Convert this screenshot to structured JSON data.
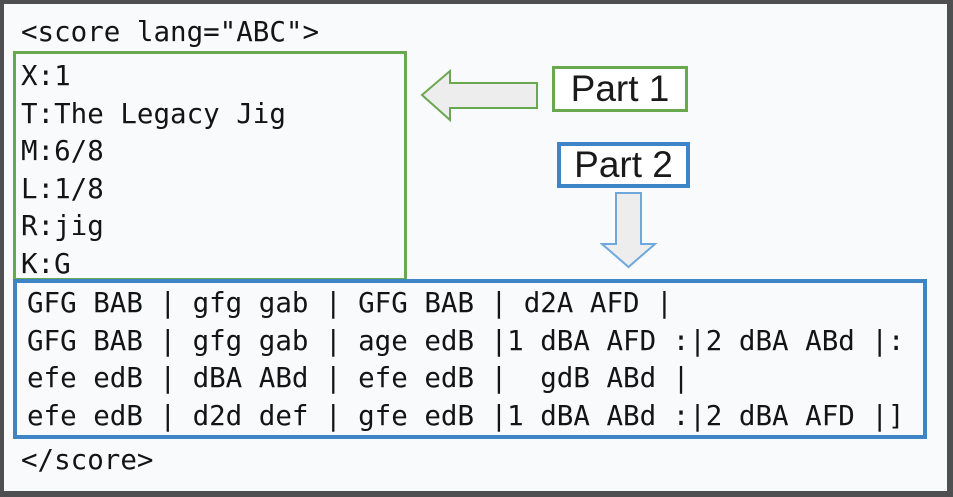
{
  "score": {
    "open_tag": "<score lang=\"ABC\">",
    "close_tag": "</score>"
  },
  "abc_header": {
    "lines": [
      "X:1",
      "T:The Legacy Jig",
      "M:6/8",
      "L:1/8",
      "R:jig",
      "K:G"
    ]
  },
  "abc_body": {
    "lines": [
      "GFG BAB | gfg gab | GFG BAB | d2A AFD |",
      "GFG BAB | gfg gab | age edB |1 dBA AFD :|2 dBA ABd |:",
      "efe edB | dBA ABd | efe edB |  gdB ABd |",
      "efe edB | d2d def | gfe edB |1 dBA ABd :|2 dBA AFD |]"
    ]
  },
  "annotations": {
    "part1_label": "Part 1",
    "part2_label": "Part 2"
  },
  "colors": {
    "part1_accent": "#6aa84f",
    "part2_accent": "#3d85c6",
    "down_arrow_stroke": "#6fa8dc",
    "arrow_fill": "#ededed",
    "outer_border": "#4f4f51",
    "text": "#141414",
    "background": "#f9fafc"
  }
}
